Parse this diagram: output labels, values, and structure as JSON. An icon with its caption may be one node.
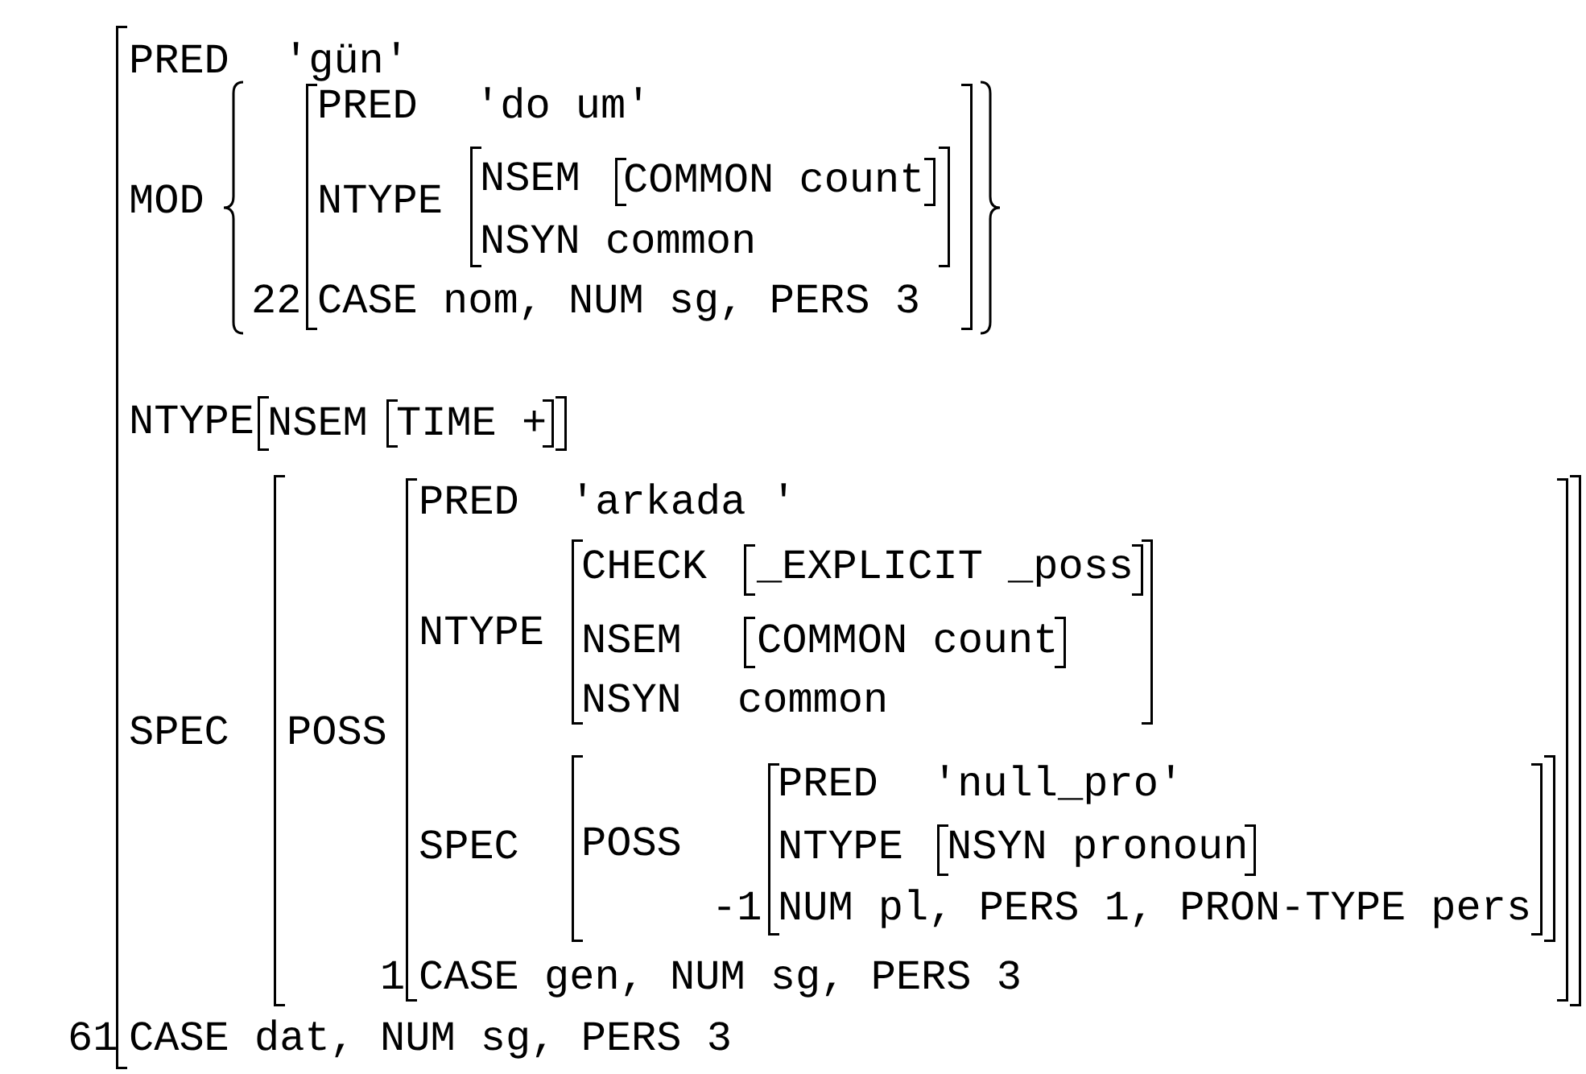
{
  "diagram": {
    "nodes": [
      {
        "text": [
          "PRED",
          "'gün'",
          "MOD",
          "NTYPE",
          "SPEC",
          "CASE dat, NUM sg, PERS 3"
        ],
        "beside": [
          "61"
        ]
      },
      {
        "text": [
          "PRED",
          "'do um'",
          "NTYPE",
          "CASE nom, NUM sg, PERS 3"
        ],
        "beside": [
          "22"
        ],
        "in": 0
      },
      {
        "text": [
          "NSEM",
          "NSYN common"
        ],
        "in": 1
      },
      {
        "text": [
          "COMMON count"
        ],
        "in": 2
      },
      {
        "text": [
          "NSEM"
        ],
        "in": 0
      },
      {
        "text": [
          "TIME +"
        ],
        "in": 4
      },
      {
        "text": [
          "POSS"
        ],
        "in": 0
      },
      {
        "text": [
          "PRED",
          "'arkada '",
          "NTYPE",
          "SPEC",
          "CASE gen, NUM sg, PERS 3"
        ],
        "beside": [
          "1"
        ],
        "in": 6
      },
      {
        "text": [
          "CHECK",
          "NSEM",
          "NSYN",
          "common"
        ],
        "in": 7
      },
      {
        "text": [
          "_EXPLICIT _poss"
        ],
        "in": 8
      },
      {
        "text": [
          "COMMON count"
        ],
        "in": 8
      },
      {
        "text": [
          "POSS"
        ],
        "in": 7
      },
      {
        "text": [
          "PRED",
          "'null_pro'",
          "NTYPE",
          "NUM pl, PERS 1, PRON-TYPE pers"
        ],
        "beside": [
          "-1"
        ],
        "in": 11
      },
      {
        "text": [
          "NSYN pronoun"
        ],
        "in": 12
      }
    ]
  }
}
